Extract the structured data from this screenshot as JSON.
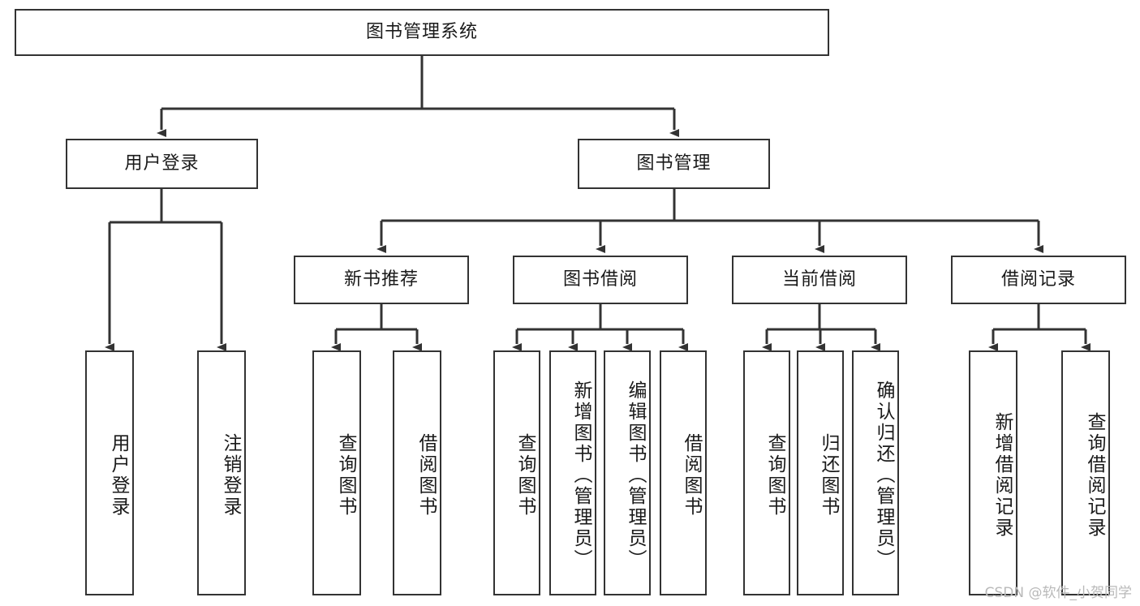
{
  "diagram": {
    "type": "hierarchy-tree",
    "title": "图书管理系统",
    "root": {
      "id": "root",
      "label": "图书管理系统"
    },
    "level2": [
      {
        "id": "user-login",
        "label": "用户登录"
      },
      {
        "id": "book-manage",
        "label": "图书管理"
      }
    ],
    "level3": [
      {
        "id": "new-book-rec",
        "label": "新书推荐",
        "parent": "book-manage"
      },
      {
        "id": "book-borrow",
        "label": "图书借阅",
        "parent": "book-manage"
      },
      {
        "id": "current-borrow",
        "label": "当前借阅",
        "parent": "book-manage"
      },
      {
        "id": "borrow-record",
        "label": "借阅记录",
        "parent": "book-manage"
      }
    ],
    "leaves": [
      {
        "id": "leaf-user-login",
        "label": "用户登录",
        "parent": "user-login"
      },
      {
        "id": "leaf-logout",
        "label": "注销登录",
        "parent": "user-login"
      },
      {
        "id": "leaf-query-book-1",
        "label": "查询图书",
        "parent": "new-book-rec"
      },
      {
        "id": "leaf-borrow-book-1",
        "label": "借阅图书",
        "parent": "new-book-rec"
      },
      {
        "id": "leaf-query-book-2",
        "label": "查询图书",
        "parent": "book-borrow"
      },
      {
        "id": "leaf-add-book",
        "label": "新增图书（管理员）",
        "parent": "book-borrow"
      },
      {
        "id": "leaf-edit-book",
        "label": "编辑图书（管理员）",
        "parent": "book-borrow"
      },
      {
        "id": "leaf-borrow-book-2",
        "label": "借阅图书",
        "parent": "book-borrow"
      },
      {
        "id": "leaf-query-book-3",
        "label": "查询图书",
        "parent": "current-borrow"
      },
      {
        "id": "leaf-return-book",
        "label": "归还图书",
        "parent": "current-borrow"
      },
      {
        "id": "leaf-confirm-return",
        "label": "确认归还（管理员）",
        "parent": "current-borrow"
      },
      {
        "id": "leaf-add-record",
        "label": "新增借阅记录",
        "parent": "borrow-record"
      },
      {
        "id": "leaf-query-record",
        "label": "查询借阅记录",
        "parent": "borrow-record"
      }
    ],
    "watermark": "CSDN @软件_小贺同学",
    "colors": {
      "stroke": "#333333",
      "fill": "#ffffff",
      "text": "#1a1a1a",
      "watermark": "#b9b9b9"
    }
  }
}
